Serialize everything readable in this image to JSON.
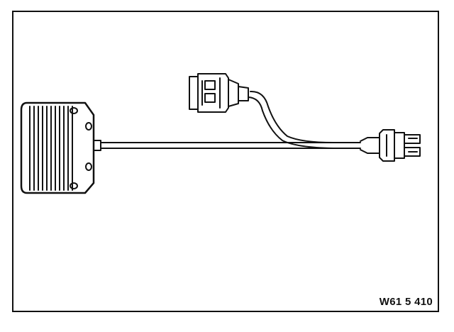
{
  "figure": {
    "code": "W61 5 410",
    "parts": [
      {
        "name": "control-unit",
        "icon": "control-module-icon"
      },
      {
        "name": "main-cable",
        "icon": "cable-icon"
      },
      {
        "name": "plug-connector",
        "icon": "plug-connector-icon"
      },
      {
        "name": "branch-wire",
        "icon": "wire-icon"
      },
      {
        "name": "branch-connector",
        "icon": "socket-connector-icon"
      }
    ],
    "line_color": "#111111",
    "background": "#ffffff"
  }
}
